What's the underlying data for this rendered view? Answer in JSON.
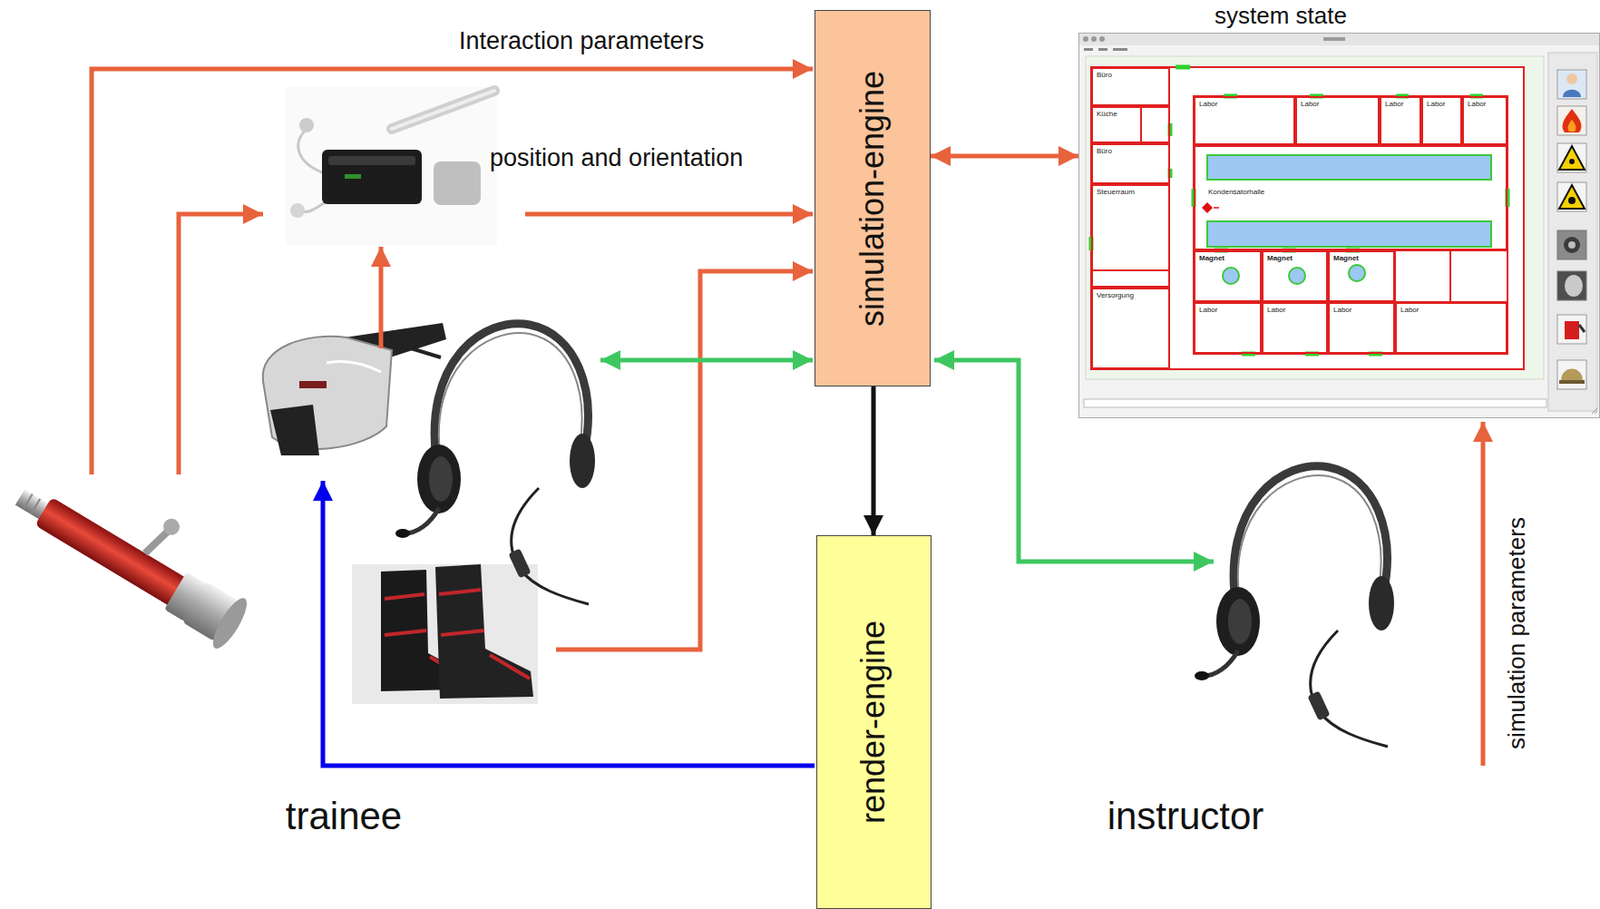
{
  "diagram": {
    "nodes": [
      {
        "text": [
          "simulation-engine"
        ]
      },
      {
        "text": [
          "render-engine"
        ]
      },
      {
        "text": [
          "system state"
        ]
      },
      {
        "text": [
          "Büro"
        ],
        "in": 2
      },
      {
        "text": [
          "Küche"
        ],
        "in": 2
      },
      {
        "text": [
          "Büro"
        ],
        "in": 2
      },
      {
        "text": [
          "Steuerraum"
        ],
        "in": 2
      },
      {
        "text": [
          "Versorgung"
        ],
        "in": 2
      },
      {
        "text": [
          "Labor"
        ],
        "in": 2
      },
      {
        "text": [
          "Labor"
        ],
        "in": 2
      },
      {
        "text": [
          "Labor"
        ],
        "in": 2
      },
      {
        "text": [
          "Labor"
        ],
        "in": 2
      },
      {
        "text": [
          "Labor"
        ],
        "in": 2
      },
      {
        "text": [
          "Kondensatorhalle"
        ],
        "in": 2
      },
      {
        "text": [
          "Magnet"
        ],
        "in": 2
      },
      {
        "text": [
          "Magnet"
        ],
        "in": 2
      },
      {
        "text": [
          "Magnet"
        ],
        "in": 2
      },
      {
        "text": [
          "Labor"
        ],
        "in": 2
      },
      {
        "text": [
          "Labor"
        ],
        "in": 2
      },
      {
        "text": [
          "Labor"
        ],
        "in": 2
      },
      {
        "text": [
          "Labor"
        ],
        "in": 2
      }
    ],
    "edges": [
      {
        "from": 0,
        "to": 1,
        "arrow": "to"
      },
      {
        "from": 0,
        "to": 2,
        "arrow": "both"
      }
    ],
    "labels": [
      "Interaction parameters",
      "position and orientation",
      "trainee",
      "instructor",
      "simulation parameters"
    ]
  }
}
